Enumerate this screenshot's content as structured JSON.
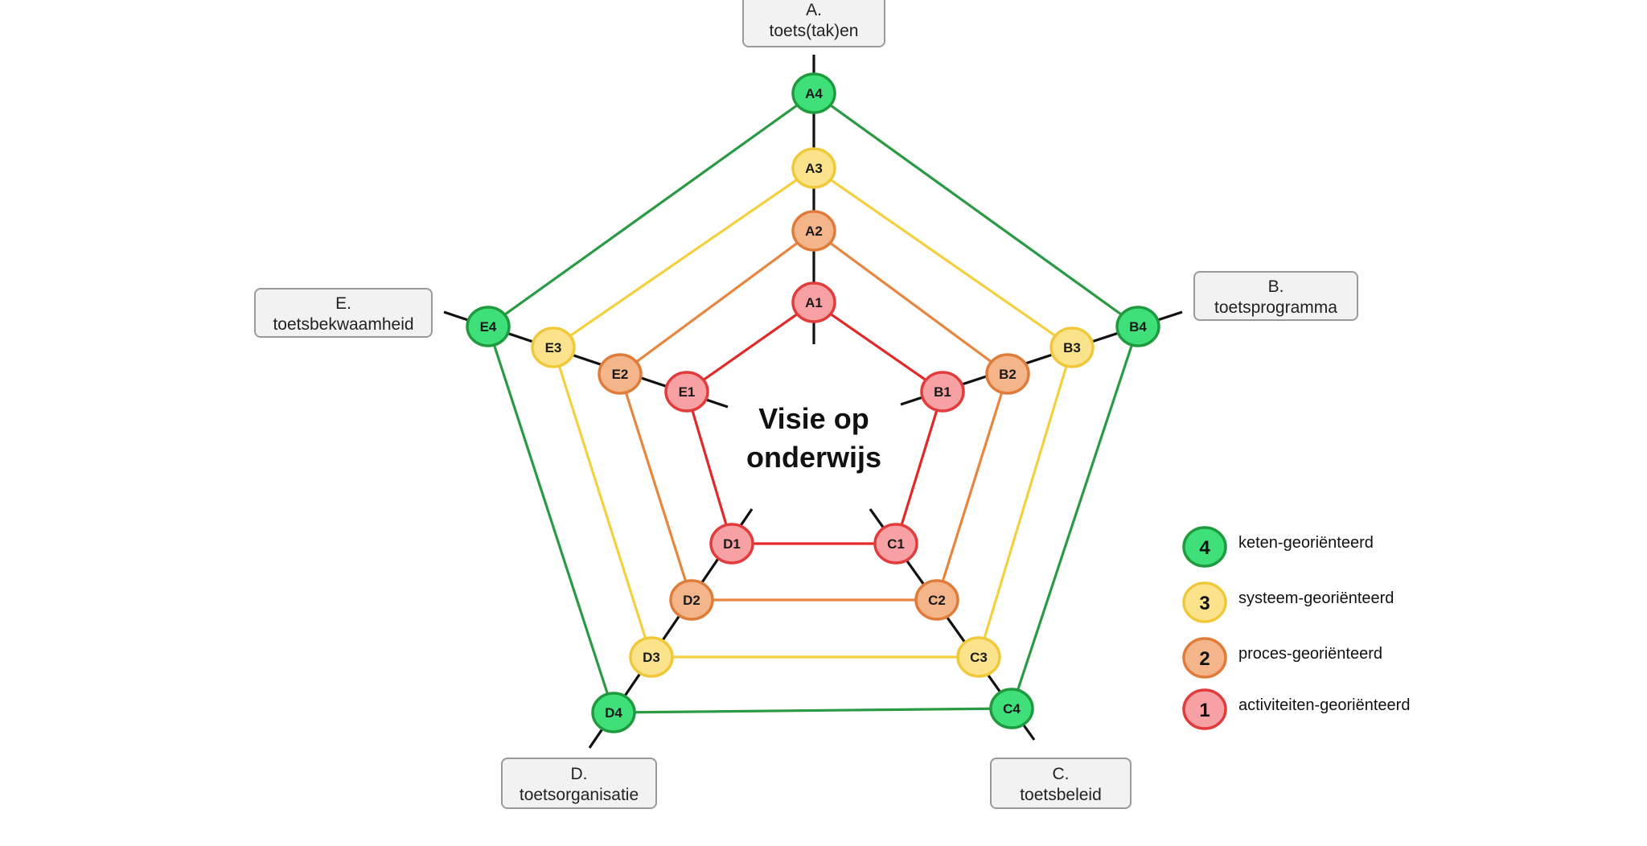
{
  "center": {
    "line1": "Visie op",
    "line2": "onderwijs"
  },
  "axes": [
    {
      "id": "A",
      "letter": "A.",
      "label": "toets(tak)en"
    },
    {
      "id": "B",
      "letter": "B.",
      "label": "toetsprogramma"
    },
    {
      "id": "C",
      "letter": "C.",
      "label": "toetsbeleid"
    },
    {
      "id": "D",
      "letter": "D.",
      "label": "toetsorganisatie"
    },
    {
      "id": "E",
      "letter": "E.",
      "label": "toetsbekwaamheid"
    }
  ],
  "levels": [
    {
      "level": 1,
      "number": "1",
      "label": "activiteiten-georiënteerd",
      "fill": "#f7a1a4",
      "stroke": "#e23b3b",
      "line": "#e02a2a"
    },
    {
      "level": 2,
      "number": "2",
      "label": "proces-georiënteerd",
      "fill": "#f5b58a",
      "stroke": "#e07c3a",
      "line": "#e6863f"
    },
    {
      "level": 3,
      "number": "3",
      "label": "systeem-georiënteerd",
      "fill": "#fbe38c",
      "stroke": "#f0c93a",
      "line": "#f3d040"
    },
    {
      "level": 4,
      "number": "4",
      "label": "keten-georiënteerd",
      "fill": "#3fe07a",
      "stroke": "#1f9a3f",
      "line": "#2a9a44"
    }
  ],
  "legend_order": [
    4,
    3,
    2,
    1
  ],
  "nodes": [
    {
      "label": "A1"
    },
    {
      "label": "A2"
    },
    {
      "label": "A3"
    },
    {
      "label": "A4"
    },
    {
      "label": "B1"
    },
    {
      "label": "B2"
    },
    {
      "label": "B3"
    },
    {
      "label": "B4"
    },
    {
      "label": "C1"
    },
    {
      "label": "C2"
    },
    {
      "label": "C3"
    },
    {
      "label": "C4"
    },
    {
      "label": "D1"
    },
    {
      "label": "D2"
    },
    {
      "label": "D3"
    },
    {
      "label": "D4"
    },
    {
      "label": "E1"
    },
    {
      "label": "E2"
    },
    {
      "label": "E3"
    },
    {
      "label": "E4"
    }
  ]
}
